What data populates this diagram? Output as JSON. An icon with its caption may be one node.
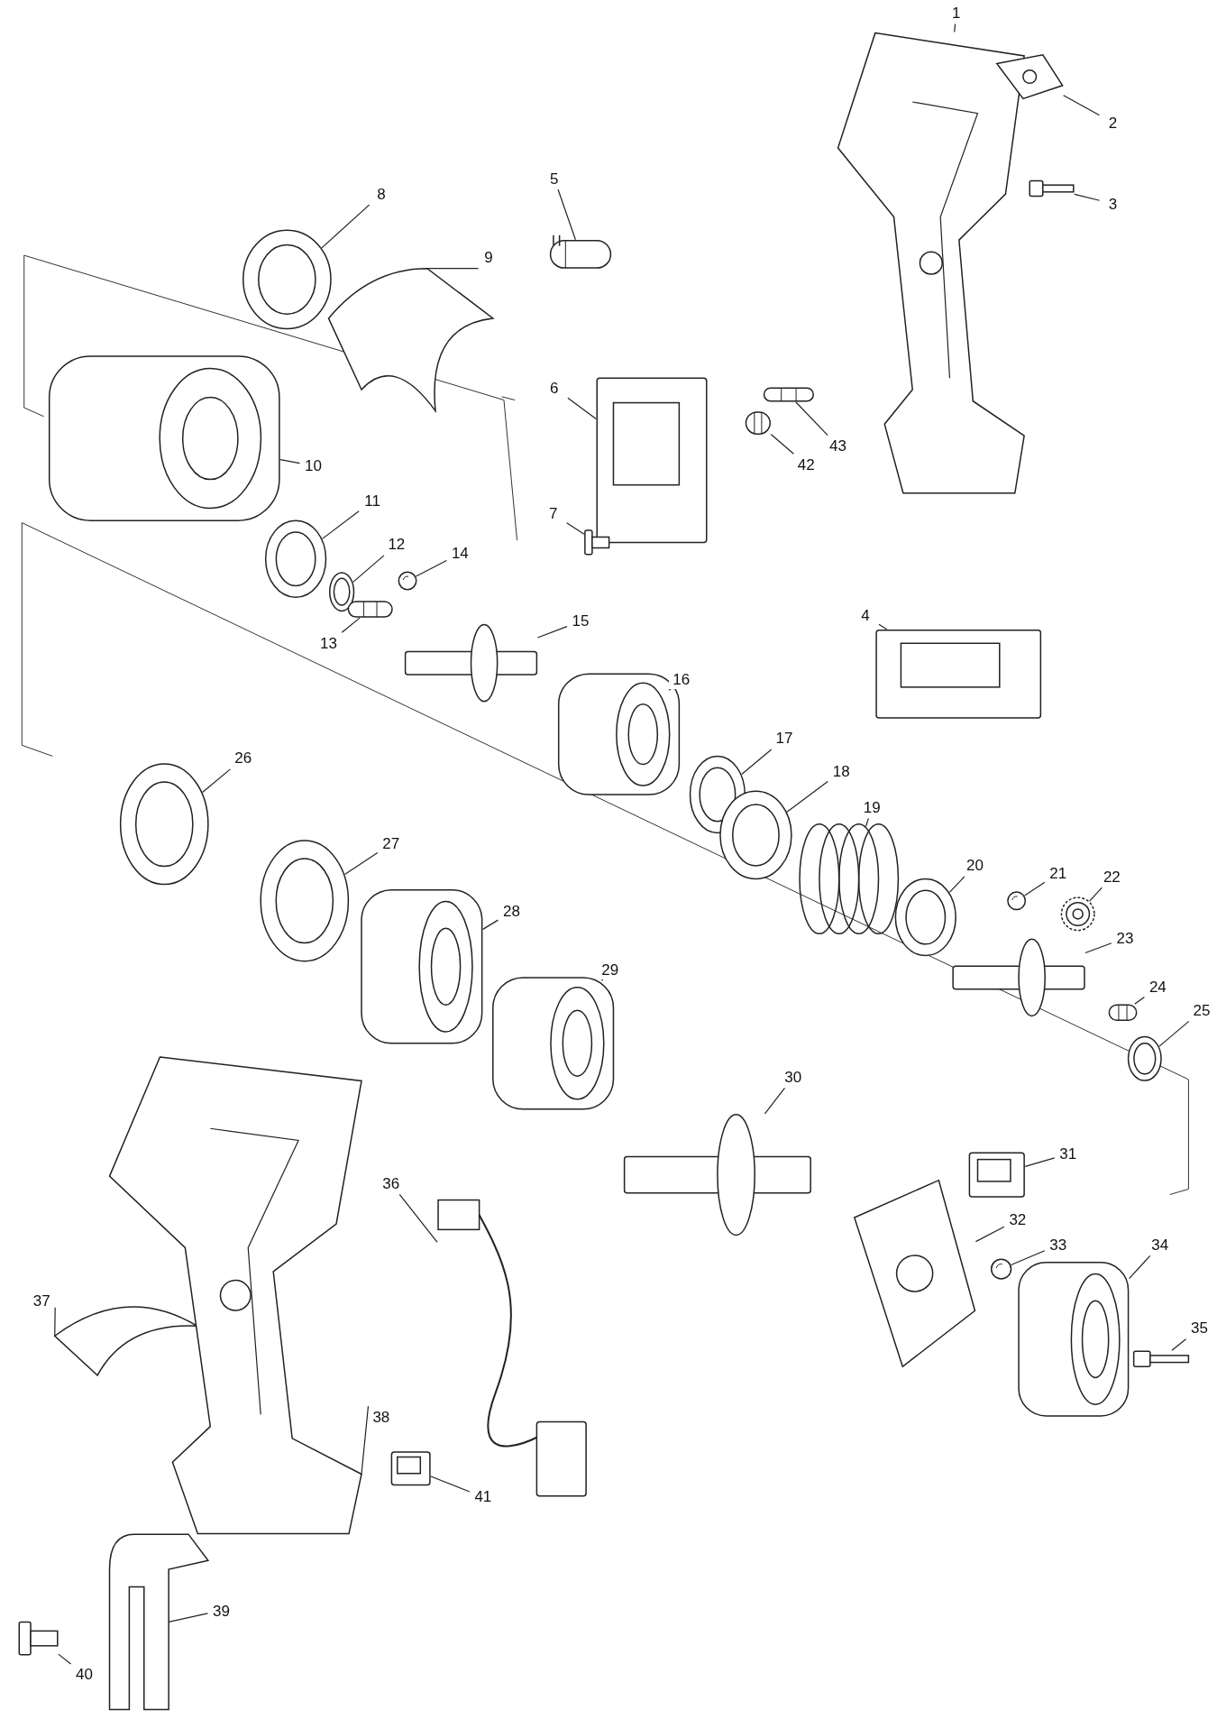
{
  "diagram": {
    "nodes": [
      {
        "text": [
          "1"
        ]
      },
      {
        "text": [
          "2"
        ]
      },
      {
        "text": [
          "3"
        ]
      },
      {
        "text": [
          "4"
        ]
      },
      {
        "text": [
          "5"
        ]
      },
      {
        "text": [
          "6"
        ]
      },
      {
        "text": [
          "7"
        ]
      },
      {
        "text": [
          "8"
        ]
      },
      {
        "text": [
          "9"
        ]
      },
      {
        "text": [
          "10"
        ]
      },
      {
        "text": [
          "11"
        ]
      },
      {
        "text": [
          "12"
        ]
      },
      {
        "text": [
          "13"
        ]
      },
      {
        "text": [
          "14"
        ]
      },
      {
        "text": [
          "15"
        ]
      },
      {
        "text": [
          "16"
        ]
      },
      {
        "text": [
          "17"
        ]
      },
      {
        "text": [
          "18"
        ]
      },
      {
        "text": [
          "19"
        ]
      },
      {
        "text": [
          "20"
        ]
      },
      {
        "text": [
          "21"
        ]
      },
      {
        "text": [
          "22"
        ]
      },
      {
        "text": [
          "23"
        ]
      },
      {
        "text": [
          "24"
        ]
      },
      {
        "text": [
          "25"
        ]
      },
      {
        "text": [
          "26"
        ]
      },
      {
        "text": [
          "27"
        ]
      },
      {
        "text": [
          "28"
        ]
      },
      {
        "text": [
          "29"
        ]
      },
      {
        "text": [
          "30"
        ]
      },
      {
        "text": [
          "31"
        ]
      },
      {
        "text": [
          "32"
        ]
      },
      {
        "text": [
          "33"
        ]
      },
      {
        "text": [
          "34"
        ]
      },
      {
        "text": [
          "35"
        ]
      },
      {
        "text": [
          "36"
        ]
      },
      {
        "text": [
          "37"
        ]
      },
      {
        "text": [
          "38"
        ]
      },
      {
        "text": [
          "39"
        ]
      },
      {
        "text": [
          "40"
        ]
      },
      {
        "text": [
          "41"
        ]
      },
      {
        "text": [
          "42"
        ]
      },
      {
        "text": [
          "43"
        ]
      },
      {
        "text": [],
        "shape": "picture"
      },
      {
        "text": [],
        "shape": "picture"
      },
      {
        "text": [],
        "shape": "picture"
      },
      {
        "text": [],
        "shape": "picture"
      },
      {
        "text": [],
        "shape": "picture"
      },
      {
        "text": [],
        "shape": "picture"
      },
      {
        "text": [],
        "shape": "picture"
      },
      {
        "text": [],
        "shape": "picture"
      },
      {
        "text": [],
        "shape": "picture"
      },
      {
        "text": [],
        "shape": "picture"
      },
      {
        "text": [],
        "shape": "picture"
      },
      {
        "text": [],
        "shape": "picture"
      },
      {
        "text": [],
        "shape": "picture"
      },
      {
        "text": [],
        "shape": "picture"
      },
      {
        "text": [],
        "shape": "picture"
      },
      {
        "text": [],
        "shape": "picture"
      },
      {
        "text": [],
        "shape": "picture"
      },
      {
        "text": [],
        "shape": "picture"
      },
      {
        "text": [],
        "shape": "picture"
      },
      {
        "text": [],
        "shape": "picture"
      },
      {
        "text": [],
        "shape": "picture"
      },
      {
        "text": [],
        "shape": "picture"
      },
      {
        "text": [],
        "shape": "picture"
      },
      {
        "text": [],
        "shape": "picture"
      },
      {
        "text": [],
        "shape": "picture"
      },
      {
        "text": [],
        "shape": "picture"
      },
      {
        "text": [],
        "shape": "picture"
      },
      {
        "text": [],
        "shape": "picture"
      },
      {
        "text": [],
        "shape": "picture"
      },
      {
        "text": [],
        "shape": "picture"
      },
      {
        "text": [],
        "shape": "picture"
      },
      {
        "text": [],
        "shape": "picture"
      },
      {
        "text": [],
        "shape": "picture"
      },
      {
        "text": [],
        "shape": "picture"
      },
      {
        "text": [],
        "shape": "picture"
      },
      {
        "text": [],
        "shape": "picture"
      },
      {
        "text": [],
        "shape": "picture"
      },
      {
        "text": [],
        "shape": "picture"
      },
      {
        "text": [],
        "shape": "picture"
      },
      {
        "text": [],
        "shape": "picture"
      },
      {
        "text": [],
        "shape": "picture"
      },
      {
        "text": [],
        "shape": "picture"
      },
      {
        "text": [],
        "shape": "picture"
      }
    ],
    "edges": [
      {
        "from": 0,
        "to": 43,
        "arrow": "none"
      },
      {
        "from": 1,
        "to": 44,
        "arrow": "none"
      },
      {
        "from": 2,
        "to": 45,
        "arrow": "none"
      },
      {
        "from": 3,
        "to": 46,
        "arrow": "none"
      },
      {
        "from": 4,
        "to": 47,
        "arrow": "none"
      },
      {
        "from": 5,
        "to": 48,
        "arrow": "none"
      },
      {
        "from": 6,
        "to": 49,
        "arrow": "none"
      },
      {
        "from": 7,
        "to": 50,
        "arrow": "none"
      },
      {
        "from": 8,
        "to": 51,
        "arrow": "none"
      },
      {
        "from": 9,
        "to": 52,
        "arrow": "none"
      },
      {
        "from": 10,
        "to": 53,
        "arrow": "none"
      },
      {
        "from": 11,
        "to": 54,
        "arrow": "none"
      },
      {
        "from": 12,
        "to": 55,
        "arrow": "none"
      },
      {
        "from": 13,
        "to": 56,
        "arrow": "none"
      },
      {
        "from": 14,
        "to": 57,
        "arrow": "none"
      },
      {
        "from": 15,
        "to": 58,
        "arrow": "none"
      },
      {
        "from": 16,
        "to": 59,
        "arrow": "none"
      },
      {
        "from": 17,
        "to": 60,
        "arrow": "none"
      },
      {
        "from": 18,
        "to": 61,
        "arrow": "none"
      },
      {
        "from": 19,
        "to": 62,
        "arrow": "none"
      },
      {
        "from": 20,
        "to": 63,
        "arrow": "none"
      },
      {
        "from": 21,
        "to": 64,
        "arrow": "none"
      },
      {
        "from": 22,
        "to": 65,
        "arrow": "none"
      },
      {
        "from": 23,
        "to": 66,
        "arrow": "none"
      },
      {
        "from": 24,
        "to": 67,
        "arrow": "none"
      },
      {
        "from": 25,
        "to": 68,
        "arrow": "none"
      },
      {
        "from": 26,
        "to": 69,
        "arrow": "none"
      },
      {
        "from": 27,
        "to": 70,
        "arrow": "none"
      },
      {
        "from": 28,
        "to": 71,
        "arrow": "none"
      },
      {
        "from": 29,
        "to": 72,
        "arrow": "none"
      },
      {
        "from": 30,
        "to": 73,
        "arrow": "none"
      },
      {
        "from": 31,
        "to": 74,
        "arrow": "none"
      },
      {
        "from": 32,
        "to": 75,
        "arrow": "none"
      },
      {
        "from": 33,
        "to": 76,
        "arrow": "none"
      },
      {
        "from": 34,
        "to": 77,
        "arrow": "none"
      },
      {
        "from": 35,
        "to": 78,
        "arrow": "none"
      },
      {
        "from": 36,
        "to": 79,
        "arrow": "none"
      },
      {
        "from": 37,
        "to": 80,
        "arrow": "none"
      },
      {
        "from": 38,
        "to": 81,
        "arrow": "none"
      },
      {
        "from": 39,
        "to": 82,
        "arrow": "none"
      },
      {
        "from": 40,
        "to": 83,
        "arrow": "none"
      },
      {
        "from": 41,
        "to": 84,
        "arrow": "none"
      },
      {
        "from": 42,
        "to": 85,
        "arrow": "none"
      }
    ]
  }
}
